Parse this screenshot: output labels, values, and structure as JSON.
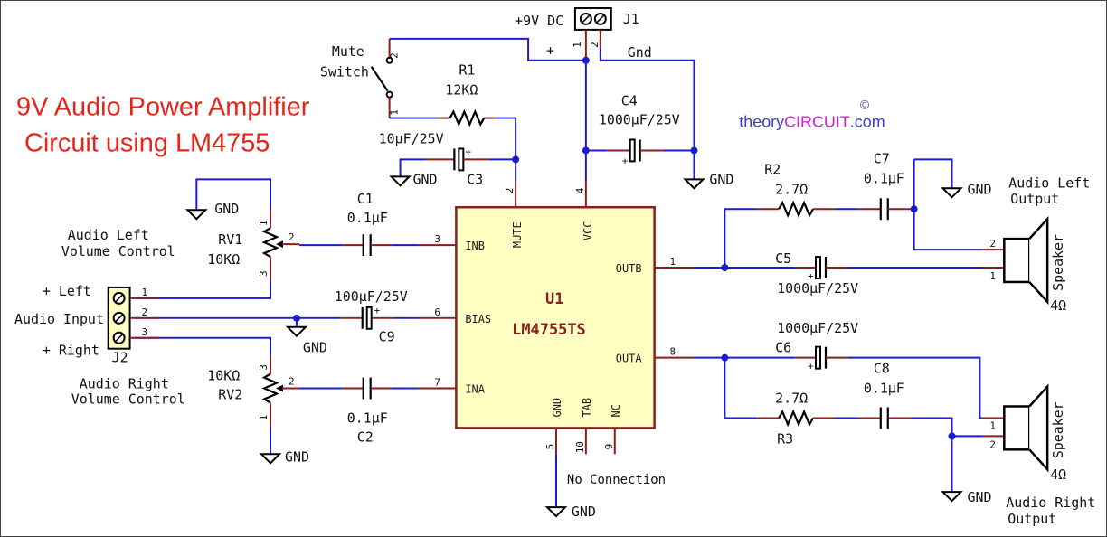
{
  "title": {
    "line1": "9V Audio Power Amplifier",
    "line2": "Circuit using LM4755"
  },
  "brand": {
    "prefix": "theory",
    "highlight": "CIRCUIT",
    "suffix": ".com",
    "copyright": "©",
    "prefix_color": "#3a3ad8",
    "highlight_color": "#d81ad8"
  },
  "colors": {
    "wire": "#1c1ccc",
    "pin": "#8a1f1f",
    "ic_fill": "#ffffc2",
    "title": "#e2261d"
  },
  "power": {
    "supply_label": "+9V DC",
    "connector": "J1",
    "pin1": "1",
    "pin2": "2",
    "plus": "+",
    "ground_label": "Gnd"
  },
  "mute": {
    "label_line1": "Mute",
    "label_line2": "Switch",
    "pin1": "1",
    "pin2": "2"
  },
  "gnd_label": "GND",
  "components": {
    "R1": {
      "ref": "R1",
      "value": "12KΩ"
    },
    "C3": {
      "ref": "C3",
      "value": "10µF/25V"
    },
    "C4": {
      "ref": "C4",
      "value": "1000µF/25V"
    },
    "C1": {
      "ref": "C1",
      "value": "0.1µF"
    },
    "C2": {
      "ref": "C2",
      "value": "0.1µF"
    },
    "C9": {
      "ref": "C9",
      "value": "100µF/25V"
    },
    "C5": {
      "ref": "C5",
      "value": "1000µF/25V"
    },
    "C6": {
      "ref": "C6",
      "value": "1000µF/25V"
    },
    "C7": {
      "ref": "C7",
      "value": "0.1µF"
    },
    "C8": {
      "ref": "C8",
      "value": "0.1µF"
    },
    "R2": {
      "ref": "R2",
      "value": "2.7Ω"
    },
    "R3": {
      "ref": "R3",
      "value": "2.7Ω"
    },
    "RV1": {
      "ref": "RV1",
      "value": "10KΩ",
      "desc_line1": "Audio Left",
      "desc_line2": "Volume Control",
      "pin1": "1",
      "pin2": "2",
      "pin3": "3"
    },
    "RV2": {
      "ref": "RV2",
      "value": "10KΩ",
      "desc_line1": "Audio Right",
      "desc_line2": "Volume Control",
      "pin1": "1",
      "pin2": "2",
      "pin3": "3"
    }
  },
  "input_connector": {
    "ref": "J2",
    "label_left": "+ Left",
    "label_audio": "Audio Input",
    "label_right": "+ Right",
    "pin1": "1",
    "pin2": "2",
    "pin3": "3"
  },
  "ic": {
    "ref": "U1",
    "part": "LM4755TS",
    "pins": {
      "mute": {
        "name": "MUTE",
        "num": "2"
      },
      "vcc": {
        "name": "VCC",
        "num": "4"
      },
      "inb": {
        "name": "INB",
        "num": "3"
      },
      "bias": {
        "name": "BIAS",
        "num": "6"
      },
      "ina": {
        "name": "INA",
        "num": "7"
      },
      "outb": {
        "name": "OUTB",
        "num": "1"
      },
      "outa": {
        "name": "OUTA",
        "num": "8"
      },
      "gnd": {
        "name": "GND",
        "num": "5"
      },
      "tab": {
        "name": "TAB",
        "num": "10"
      },
      "nc": {
        "name": "NC",
        "num": "9"
      }
    },
    "no_connection": "No Connection"
  },
  "speakers": {
    "left": {
      "type": "Speaker",
      "impedance": "4Ω",
      "desc_line1": "Audio Left",
      "desc_line2": "Output",
      "pin1": "1",
      "pin2": "2"
    },
    "right": {
      "type": "Speaker",
      "impedance": "4Ω",
      "desc_line1": "Audio Right",
      "desc_line2": "Output",
      "pin1": "1",
      "pin2": "2"
    }
  }
}
